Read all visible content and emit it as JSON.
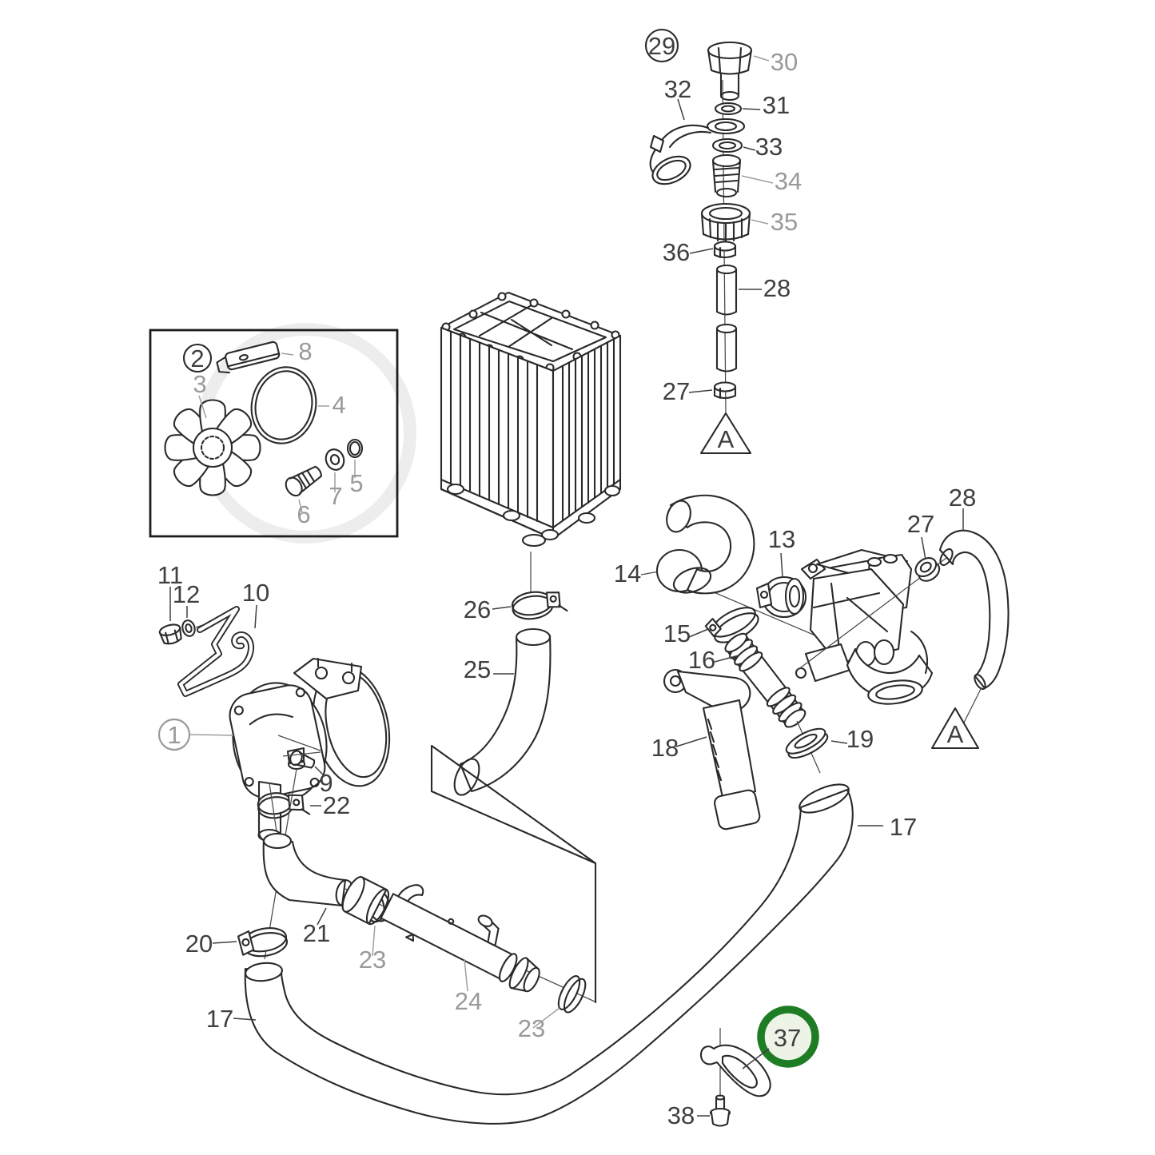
{
  "figure": {
    "type": "exploded-parts-diagram",
    "background": "#ffffff",
    "line_color": "#2a2a2a",
    "label_color_dark": "#3f3f3f",
    "label_color_gray": "#9a9a9a",
    "highlight_ring_color": "#1e7d24",
    "highlight_fill_color": "#edf3e6",
    "reference_marker": "A"
  },
  "callouts": [
    {
      "text": "29",
      "tone": "dark",
      "style": "circled"
    },
    {
      "text": "30",
      "tone": "gray",
      "style": "plain"
    },
    {
      "text": "32",
      "tone": "dark",
      "style": "plain"
    },
    {
      "text": "31",
      "tone": "dark",
      "style": "plain"
    },
    {
      "text": "33",
      "tone": "dark",
      "style": "plain"
    },
    {
      "text": "34",
      "tone": "gray",
      "style": "plain"
    },
    {
      "text": "35",
      "tone": "gray",
      "style": "plain"
    },
    {
      "text": "36",
      "tone": "dark",
      "style": "plain"
    },
    {
      "text": "28",
      "tone": "dark",
      "style": "plain"
    },
    {
      "text": "27",
      "tone": "dark",
      "style": "plain"
    },
    {
      "text": "A",
      "tone": "dark",
      "style": "triangle"
    },
    {
      "text": "2",
      "tone": "dark",
      "style": "circled"
    },
    {
      "text": "8",
      "tone": "gray",
      "style": "plain"
    },
    {
      "text": "3",
      "tone": "gray",
      "style": "plain"
    },
    {
      "text": "4",
      "tone": "gray",
      "style": "plain"
    },
    {
      "text": "5",
      "tone": "gray",
      "style": "plain"
    },
    {
      "text": "7",
      "tone": "gray",
      "style": "plain"
    },
    {
      "text": "6",
      "tone": "gray",
      "style": "plain"
    },
    {
      "text": "11",
      "tone": "dark",
      "style": "plain"
    },
    {
      "text": "12",
      "tone": "dark",
      "style": "plain"
    },
    {
      "text": "10",
      "tone": "dark",
      "style": "plain"
    },
    {
      "text": "1",
      "tone": "gray",
      "style": "circled"
    },
    {
      "text": "9",
      "tone": "dark",
      "style": "plain"
    },
    {
      "text": "22",
      "tone": "dark",
      "style": "plain"
    },
    {
      "text": "26",
      "tone": "dark",
      "style": "plain"
    },
    {
      "text": "25",
      "tone": "dark",
      "style": "plain"
    },
    {
      "text": "14",
      "tone": "dark",
      "style": "plain"
    },
    {
      "text": "13",
      "tone": "dark",
      "style": "plain"
    },
    {
      "text": "15",
      "tone": "dark",
      "style": "plain"
    },
    {
      "text": "16",
      "tone": "dark",
      "style": "plain"
    },
    {
      "text": "18",
      "tone": "dark",
      "style": "plain"
    },
    {
      "text": "19",
      "tone": "dark",
      "style": "plain"
    },
    {
      "text": "27",
      "tone": "dark",
      "style": "plain"
    },
    {
      "text": "28",
      "tone": "dark",
      "style": "plain"
    },
    {
      "text": "A",
      "tone": "dark",
      "style": "triangle"
    },
    {
      "text": "17",
      "tone": "dark",
      "style": "plain"
    },
    {
      "text": "20",
      "tone": "dark",
      "style": "plain"
    },
    {
      "text": "21",
      "tone": "dark",
      "style": "plain"
    },
    {
      "text": "23",
      "tone": "gray",
      "style": "plain"
    },
    {
      "text": "24",
      "tone": "gray",
      "style": "plain"
    },
    {
      "text": "23",
      "tone": "gray",
      "style": "plain"
    },
    {
      "text": "17",
      "tone": "dark",
      "style": "plain"
    },
    {
      "text": "37",
      "tone": "dark",
      "style": "highlighted-circle"
    },
    {
      "text": "38",
      "tone": "dark",
      "style": "plain"
    }
  ]
}
